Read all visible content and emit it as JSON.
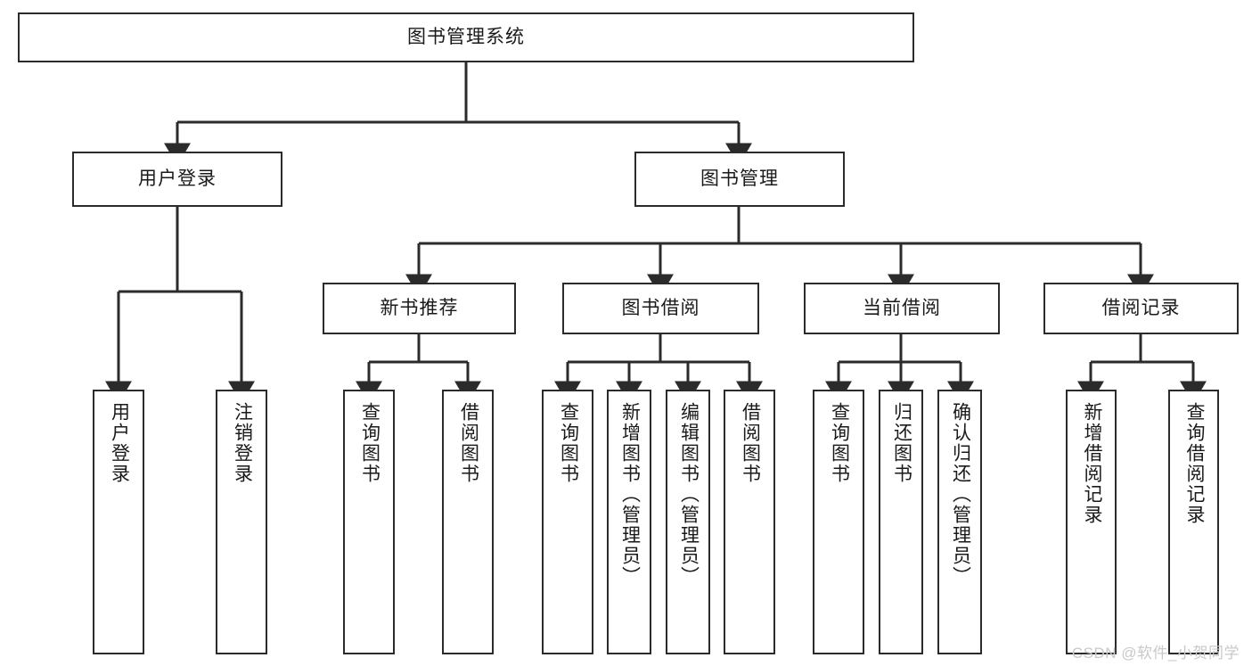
{
  "diagram": {
    "title": "图书管理系统",
    "type": "tree",
    "watermark": "CSDN @软件_小贺同学",
    "colors": {
      "box_border": "#2b2b2b",
      "box_fill": "#ffffff",
      "connector": "#2b2b2b",
      "text": "#1a1a1a",
      "watermark": "#c9c9c9"
    },
    "nodes": {
      "root": {
        "label": "图书管理系统",
        "level": 1
      },
      "l2": [
        {
          "id": "user_login",
          "label": "用户登录",
          "level": 2
        },
        {
          "id": "book_manage",
          "label": "图书管理",
          "level": 2
        }
      ],
      "l3": [
        {
          "id": "new_book_rec",
          "label": "新书推荐",
          "level": 3
        },
        {
          "id": "book_borrow",
          "label": "图书借阅",
          "level": 3
        },
        {
          "id": "current_borrow",
          "label": "当前借阅",
          "level": 3
        },
        {
          "id": "borrow_record",
          "label": "借阅记录",
          "level": 3
        }
      ],
      "leaves": {
        "user_login": [
          {
            "id": "leaf_user_login",
            "label": "用户登录"
          },
          {
            "id": "leaf_user_logout",
            "label": "注销登录"
          }
        ],
        "new_book_rec": [
          {
            "id": "leaf_query_book_1",
            "label": "查询图书"
          },
          {
            "id": "leaf_borrow_book_1",
            "label": "借阅图书"
          }
        ],
        "book_borrow": [
          {
            "id": "leaf_query_book_2",
            "label": "查询图书"
          },
          {
            "id": "leaf_add_book",
            "label": "新增图书（管理员）"
          },
          {
            "id": "leaf_edit_book",
            "label": "编辑图书（管理员）"
          },
          {
            "id": "leaf_borrow_book_2",
            "label": "借阅图书"
          }
        ],
        "current_borrow": [
          {
            "id": "leaf_query_book_3",
            "label": "查询图书"
          },
          {
            "id": "leaf_return_book",
            "label": "归还图书"
          },
          {
            "id": "leaf_confirm_return",
            "label": "确认归还（管理员）"
          }
        ],
        "borrow_record": [
          {
            "id": "leaf_add_record",
            "label": "新增借阅记录"
          },
          {
            "id": "leaf_query_record",
            "label": "查询借阅记录"
          }
        ]
      }
    }
  }
}
